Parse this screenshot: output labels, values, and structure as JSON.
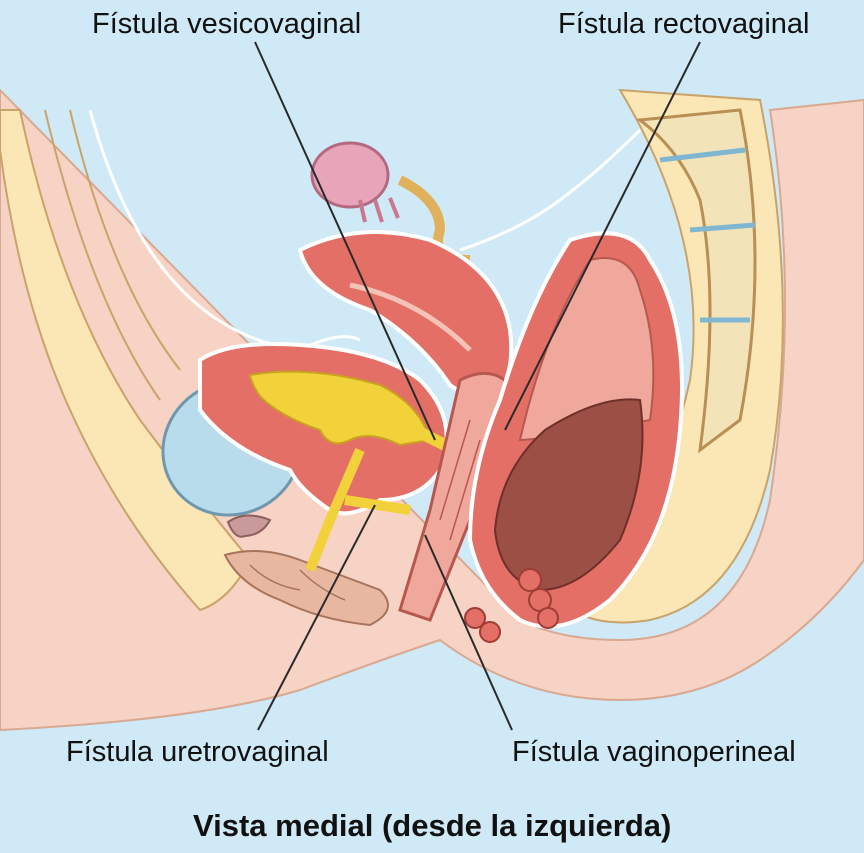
{
  "labels": {
    "vesicovaginal": "Fístula vesicovaginal",
    "rectovaginal": "Fístula rectovaginal",
    "uretrovaginal": "Fístula uretrovaginal",
    "vaginoperineal": "Fístula vaginoperineal"
  },
  "caption": "Vista medial (desde la izquierda)",
  "colors": {
    "background": "#cfe9f6",
    "skin": "#f6d3c4",
    "fat": "#fbe7b5",
    "muscle": "#e36f66",
    "muscle_light": "#f0a89d",
    "bladder_lumen": "#f2d23a",
    "rectum_content": "#9b4f45",
    "bone": "#f3e3b8",
    "pubis": "#b9dcec",
    "leader_line": "#2a2a2a"
  }
}
